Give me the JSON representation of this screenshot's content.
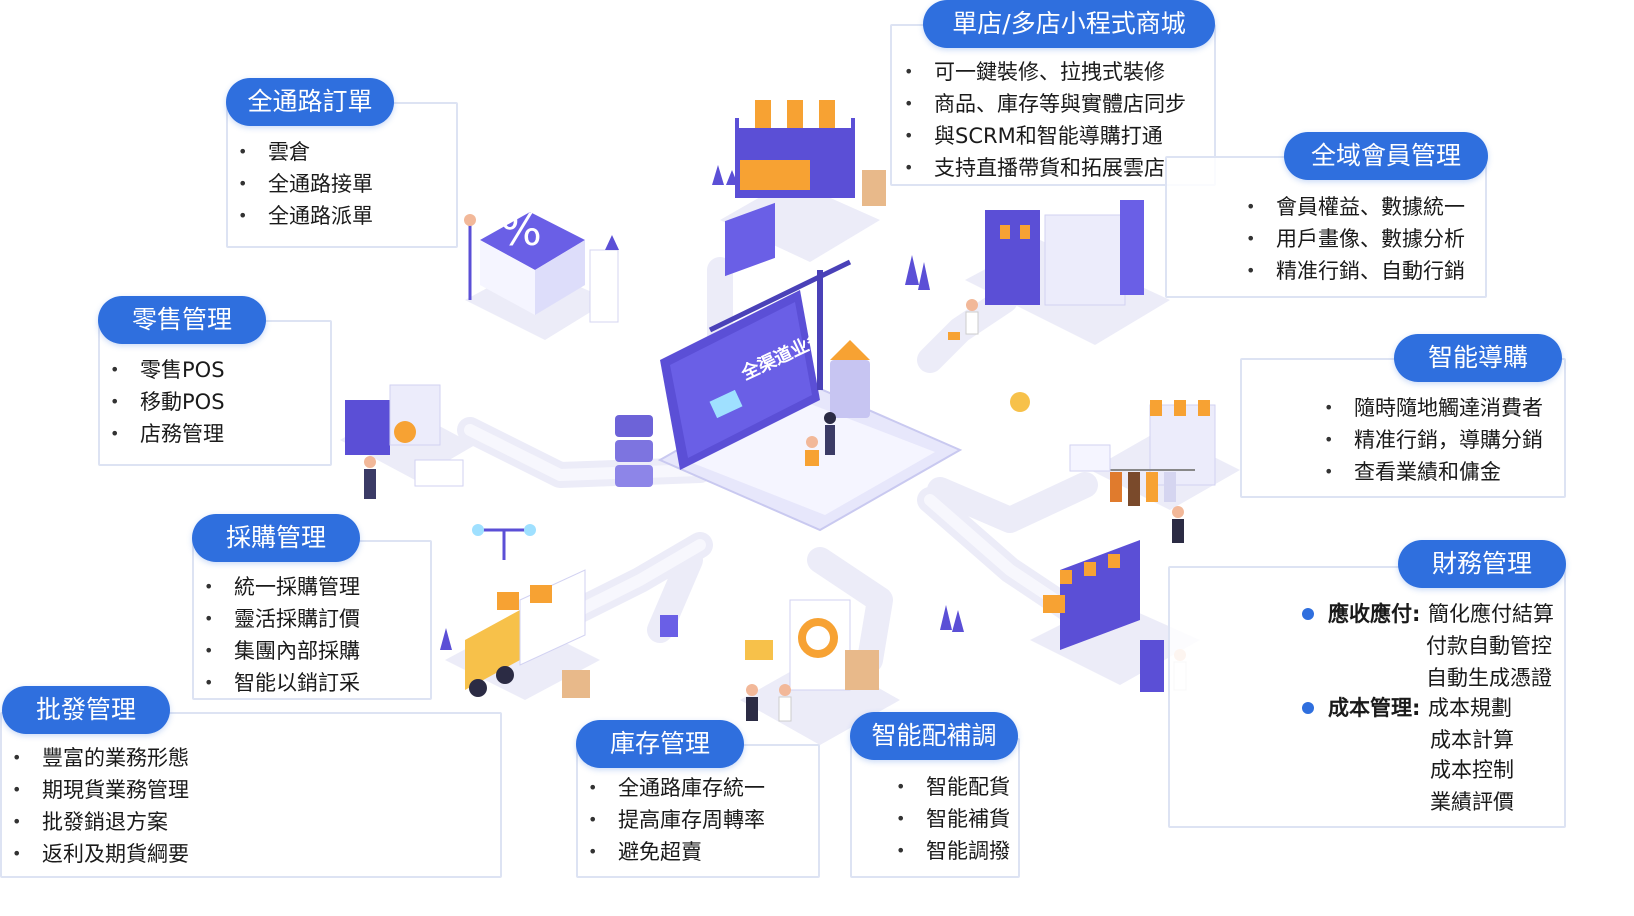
{
  "center_label": "全渠道业务中台",
  "sections": {
    "mall": {
      "title": "單店/多店小程式商城",
      "items": [
        "可一鍵裝修、拉拽式裝修",
        "商品、庫存等與實體店同步",
        "與SCRM和智能導購打通",
        "支持直播帶貨和拓展雲店"
      ]
    },
    "omni_order": {
      "title": "全通路訂單",
      "items": [
        "雲倉",
        "全通路接單",
        "全通路派單"
      ]
    },
    "member": {
      "title": "全域會員管理",
      "items": [
        "會員權益、數據統一",
        "用戶畫像、數據分析",
        "精准行銷、自動行銷"
      ]
    },
    "retail": {
      "title": "零售管理",
      "items": [
        "零售POS",
        "移動POS",
        "店務管理"
      ]
    },
    "guide": {
      "title": "智能導購",
      "items": [
        "隨時隨地觸達消費者",
        "精准行銷，導購分銷",
        "查看業績和傭金"
      ]
    },
    "purchase": {
      "title": "採購管理",
      "items": [
        "統一採購管理",
        "靈活採購訂價",
        "集團內部採購",
        "智能以銷訂采"
      ]
    },
    "finance": {
      "title": "財務管理",
      "groups": [
        {
          "label": "應收應付:",
          "items": [
            "簡化應付結算",
            "付款自動管控",
            "自動生成憑證"
          ]
        },
        {
          "label": "成本管理:",
          "items": [
            "成本規劃",
            "成本計算",
            "成本控制",
            "業績評價"
          ]
        }
      ]
    },
    "wholesale": {
      "title": "批發管理",
      "items": [
        "豐富的業務形態",
        "期現貨業務管理",
        "批發銷退方案",
        "返利及期貨綱要"
      ]
    },
    "inventory": {
      "title": "庫存管理",
      "items": [
        "全通路庫存統一",
        "提高庫存周轉率",
        "避免超賣"
      ]
    },
    "replenish": {
      "title": "智能配補調",
      "items": [
        "智能配貨",
        "智能補貨",
        "智能調撥"
      ]
    }
  },
  "colors": {
    "accent": "#2f6fde",
    "purple": "#5b4fd6",
    "orange": "#f7a233"
  }
}
